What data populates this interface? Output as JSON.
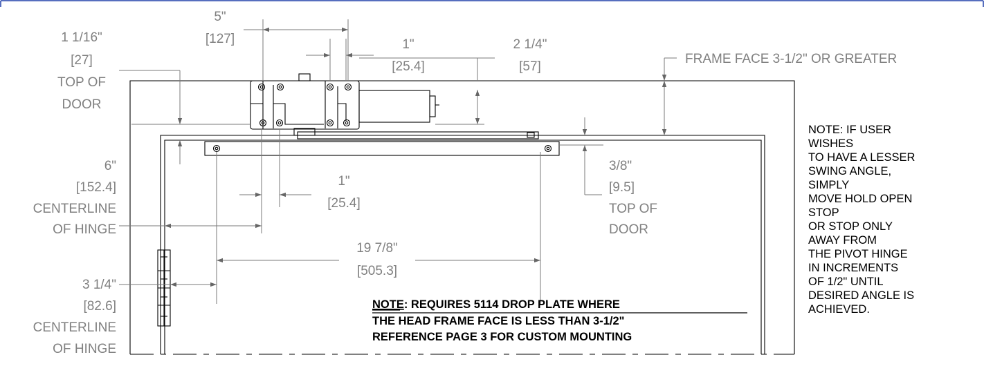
{
  "dimensions": {
    "d5": {
      "label": "5\"",
      "metric": "[127]"
    },
    "d1_top": {
      "label": "1\"",
      "metric": "[25.4]"
    },
    "d2_25": {
      "label": "2 1/4\"",
      "metric": "[57]"
    },
    "d1_116": {
      "label": "1 1/16\"",
      "metric": "[27]",
      "note1": "TOP OF",
      "note2": "DOOR"
    },
    "frame_face": {
      "label": "FRAME FACE 3-1/2\" OR GREATER"
    },
    "d6": {
      "label": "6\"",
      "metric": "[152.4]",
      "note1": "CENTERLINE",
      "note2": "OF HINGE"
    },
    "d1_mid": {
      "label": "1\"",
      "metric": "[25.4]"
    },
    "d38": {
      "label": "3/8\"",
      "metric": "[9.5]",
      "note1": "TOP OF",
      "note2": "DOOR"
    },
    "d19": {
      "label": "19 7/8\"",
      "metric": "[505.3]"
    },
    "d3_14": {
      "label": "3 1/4\"",
      "metric": "[82.6]",
      "note1": "CENTERLINE",
      "note2": "OF HINGE"
    }
  },
  "side_note": {
    "lines": [
      "NOTE: IF USER",
      "WISHES",
      "TO HAVE A LESSER",
      "SWING ANGLE,",
      "SIMPLY",
      "MOVE HOLD OPEN",
      "STOP",
      "OR STOP ONLY",
      "AWAY FROM",
      "THE PIVOT HINGE",
      "IN INCREMENTS",
      "OF 1/2\" UNTIL",
      "DESIRED ANGLE IS",
      "ACHIEVED."
    ]
  },
  "bottom_note": {
    "lead": "NOTE",
    "line1_rest": ": REQUIRES 5114 DROP PLATE WHERE",
    "line2": "THE HEAD FRAME FACE IS LESS THAN 3-1/2\"",
    "line3": "REFERENCE PAGE 3 FOR CUSTOM MOUNTING"
  },
  "colors": {
    "border": "#1f3fa8",
    "dimension": "#808080",
    "object": "#000000"
  }
}
